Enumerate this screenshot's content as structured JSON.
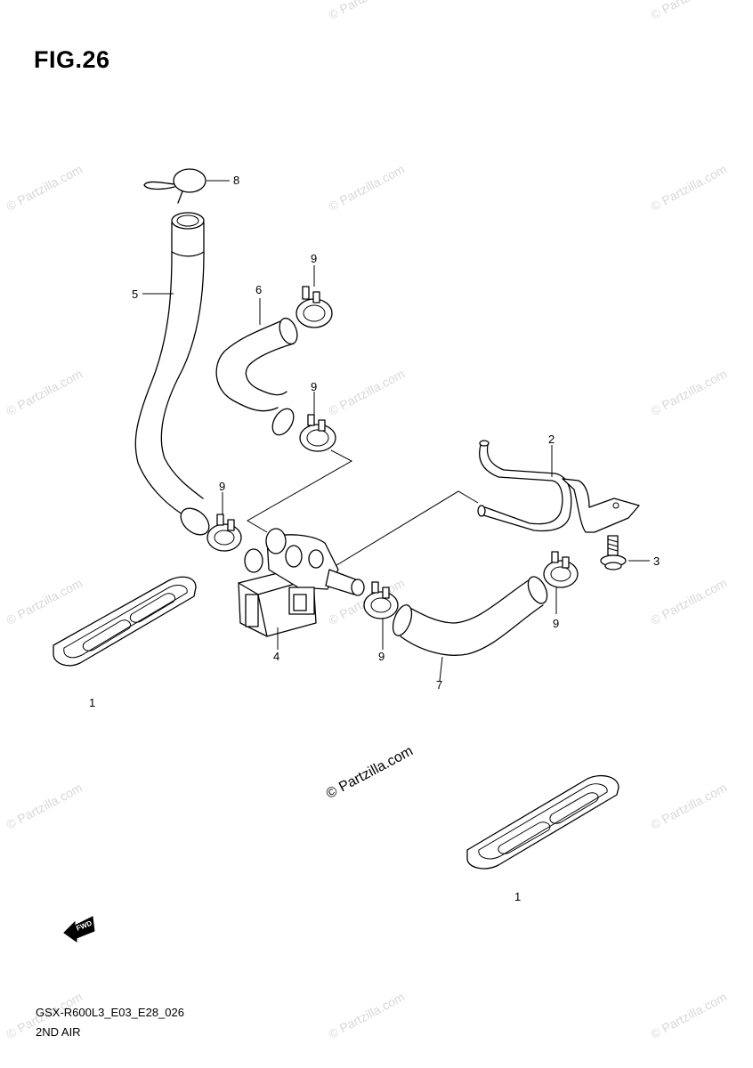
{
  "figure": {
    "title": "FIG.26",
    "code": "GSX-R600L3_E03_E28_026",
    "name": "2ND AIR"
  },
  "callouts": {
    "c1a": "1",
    "c1b": "1",
    "c2": "2",
    "c3": "3",
    "c4": "4",
    "c5": "5",
    "c6": "6",
    "c7": "7",
    "c8": "8",
    "c9a": "9",
    "c9b": "9",
    "c9c": "9",
    "c9d": "9",
    "c9e": "9"
  },
  "fwd_label": "FWD",
  "watermark": {
    "text": "© Partzilla.com",
    "color": "#d8d8d8"
  }
}
